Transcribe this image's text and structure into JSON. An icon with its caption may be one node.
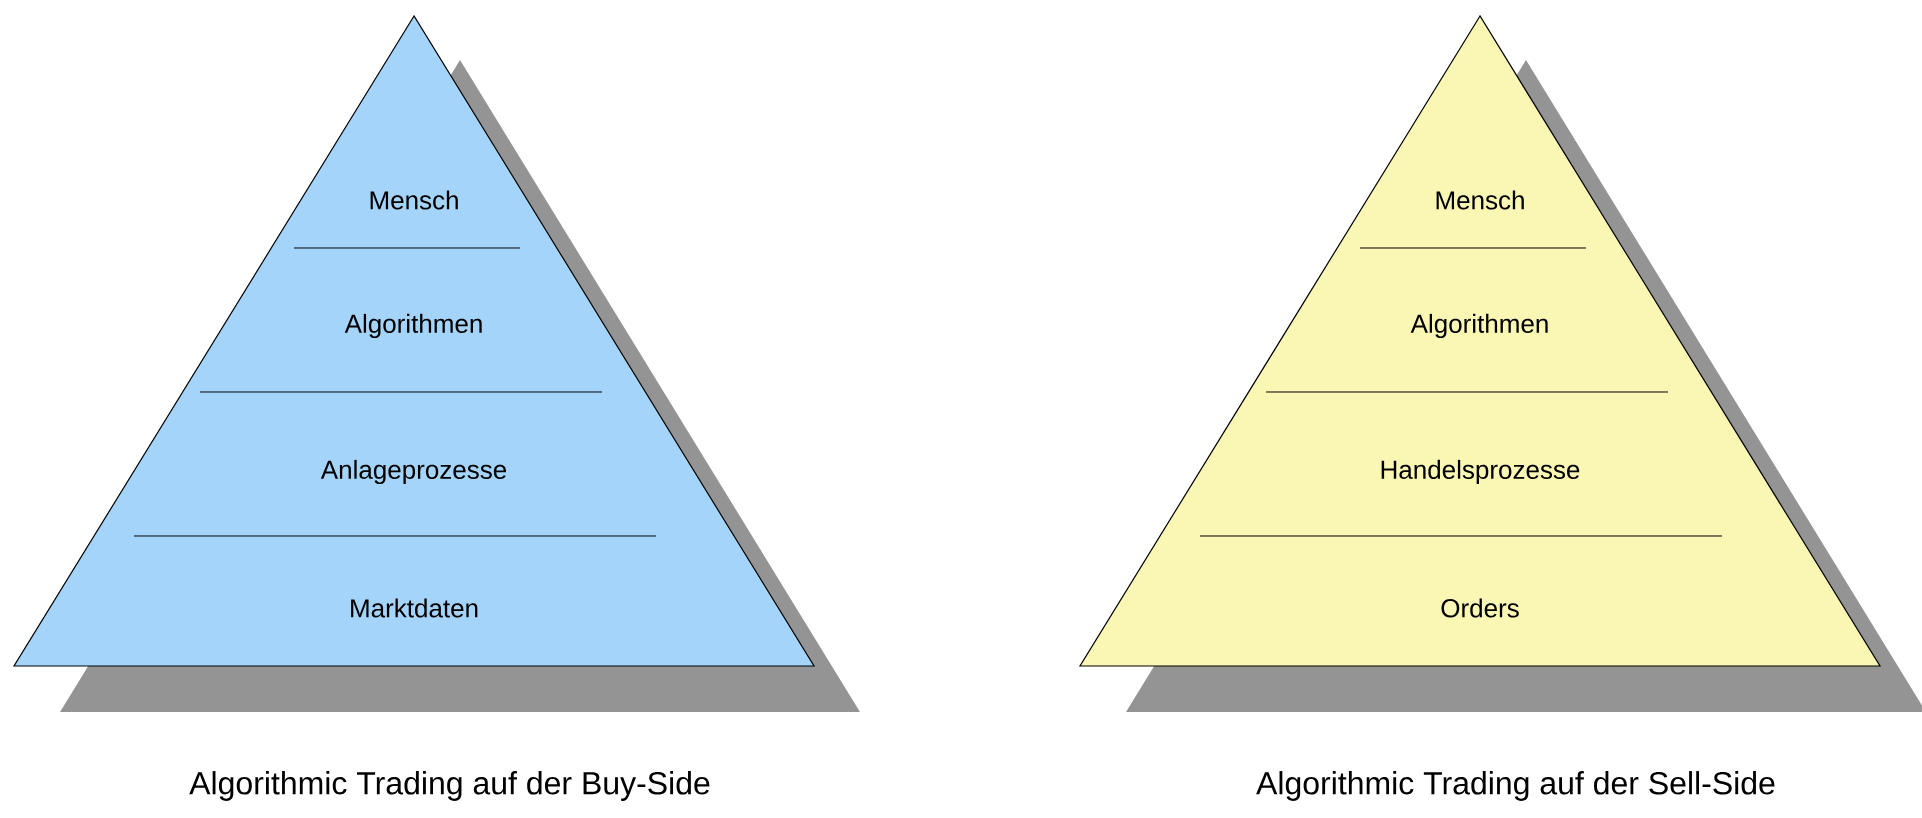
{
  "diagram": {
    "nodes": [
      {
        "text": [
          "Mensch",
          "Algorithmen",
          "Anlageprozesse",
          "Marktdaten"
        ],
        "beside": [
          "Algorithmic Trading auf der Buy-Side"
        ]
      },
      {
        "text": [
          "Mensch",
          "Algorithmen",
          "Handelsprozesse",
          "Orders"
        ],
        "beside": [
          "Algorithmic Trading auf der Sell-Side"
        ]
      }
    ]
  }
}
